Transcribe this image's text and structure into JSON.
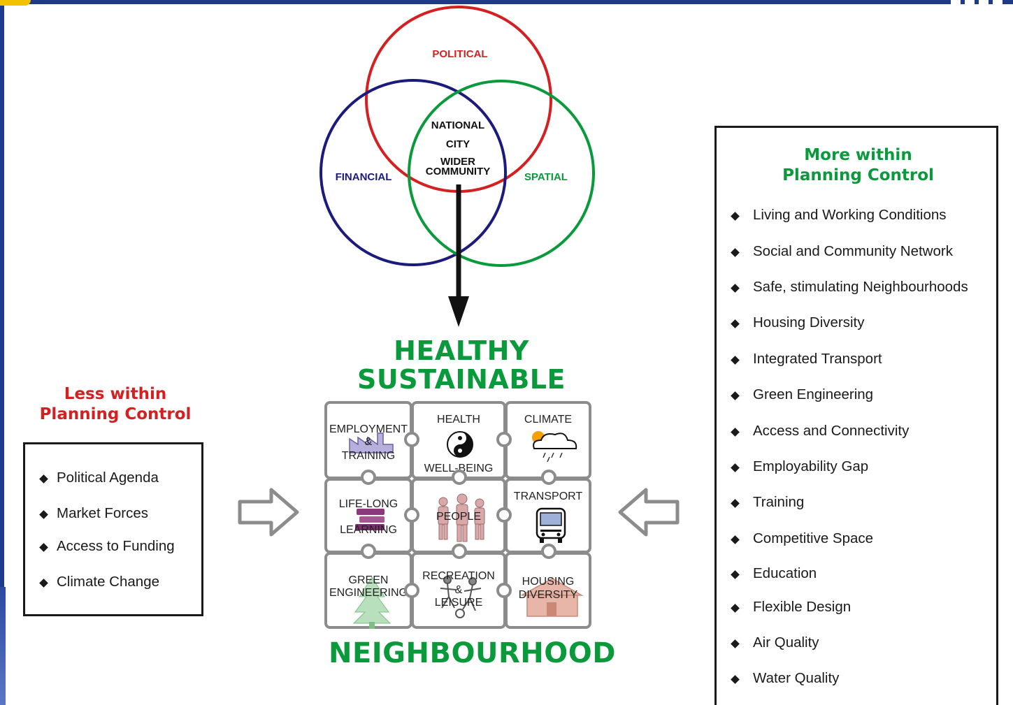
{
  "venn": {
    "political": "POLITICAL",
    "financial": "FINANCIAL",
    "spatial": "SPATIAL",
    "center_lines": [
      "NATIONAL",
      "CITY",
      "WIDER",
      "COMMUNITY"
    ],
    "colors": {
      "political": "#d42020",
      "financial": "#1b1b7d",
      "spatial": "#0a9a3c"
    }
  },
  "center": {
    "title_line1": "HEALTHY",
    "title_line2": "SUSTAINABLE",
    "title_bottom": "NEIGHBOURHOOD"
  },
  "puzzle": {
    "pieces": [
      {
        "lines": [
          "EMPLOYMENT",
          "&",
          "TRAINING"
        ],
        "icon": "factory-icon"
      },
      {
        "lines": [
          "HEALTH",
          "WELL-BEING"
        ],
        "icon": "yin-yang-icon"
      },
      {
        "lines": [
          "CLIMATE"
        ],
        "icon": "weather-icon"
      },
      {
        "lines": [
          "LIFE-LONG",
          "LEARNING"
        ],
        "icon": "books-icon"
      },
      {
        "lines": [
          "PEOPLE"
        ],
        "icon": "people-icon"
      },
      {
        "lines": [
          "TRANSPORT"
        ],
        "icon": "bus-icon"
      },
      {
        "lines": [
          "GREEN",
          "ENGINEERING"
        ],
        "icon": "tree-icon"
      },
      {
        "lines": [
          "RECREATION",
          "&",
          "LEISURE"
        ],
        "icon": "sports-icon"
      },
      {
        "lines": [
          "HOUSING",
          "DIVERSITY"
        ],
        "icon": "house-icon"
      }
    ]
  },
  "left_panel": {
    "title_line1": "Less within",
    "title_line2": "Planning Control",
    "items": [
      "Political Agenda",
      "Market Forces",
      "Access to Funding",
      "Climate Change"
    ]
  },
  "right_panel": {
    "title_line1": "More within",
    "title_line2": "Planning Control",
    "items": [
      "Living and Working Conditions",
      "Social and Community Network",
      "Safe, stimulating Neighbourhoods",
      "Housing Diversity",
      "Integrated Transport",
      "Green Engineering",
      "Access and Connectivity",
      "Employability Gap",
      "Training",
      "Competitive Space",
      "Education",
      "Flexible Design",
      "Air Quality",
      "Water Quality"
    ]
  }
}
